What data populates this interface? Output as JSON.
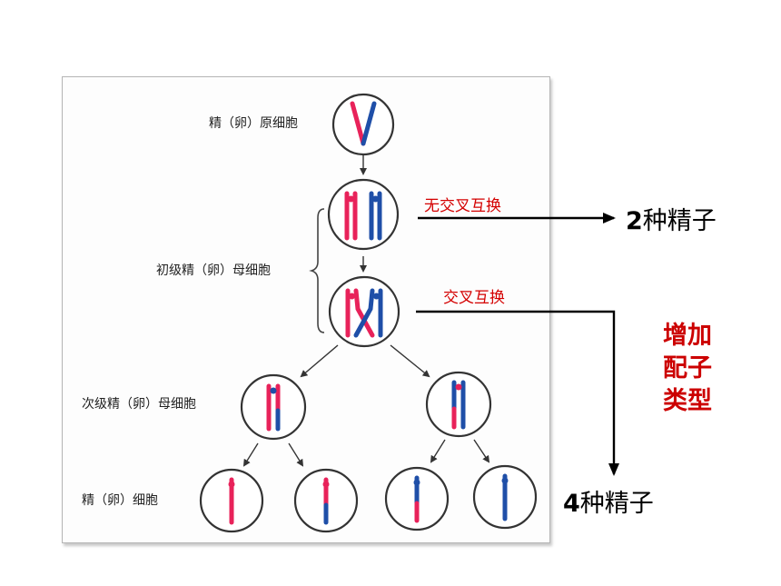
{
  "stages": {
    "primary": "精（卵）原细胞",
    "primary_spermatocyte": "初级精（卵）母细胞",
    "secondary_spermatocyte": "次级精（卵）母细胞",
    "sperm": "精（卵）细胞"
  },
  "branches": {
    "no_crossover": "无交叉互换",
    "crossover": "交叉互换"
  },
  "outcomes": {
    "two_num": "2",
    "two_text": "种精子",
    "four_num": "4",
    "four_text": "种精子"
  },
  "note": {
    "line1": "增加",
    "line2": "配子",
    "line3": "类型"
  },
  "colors": {
    "red_chromosome": "#e8225a",
    "blue_chromosome": "#1f4fa8",
    "label_red": "#d40000",
    "note_red": "#cc0000"
  }
}
